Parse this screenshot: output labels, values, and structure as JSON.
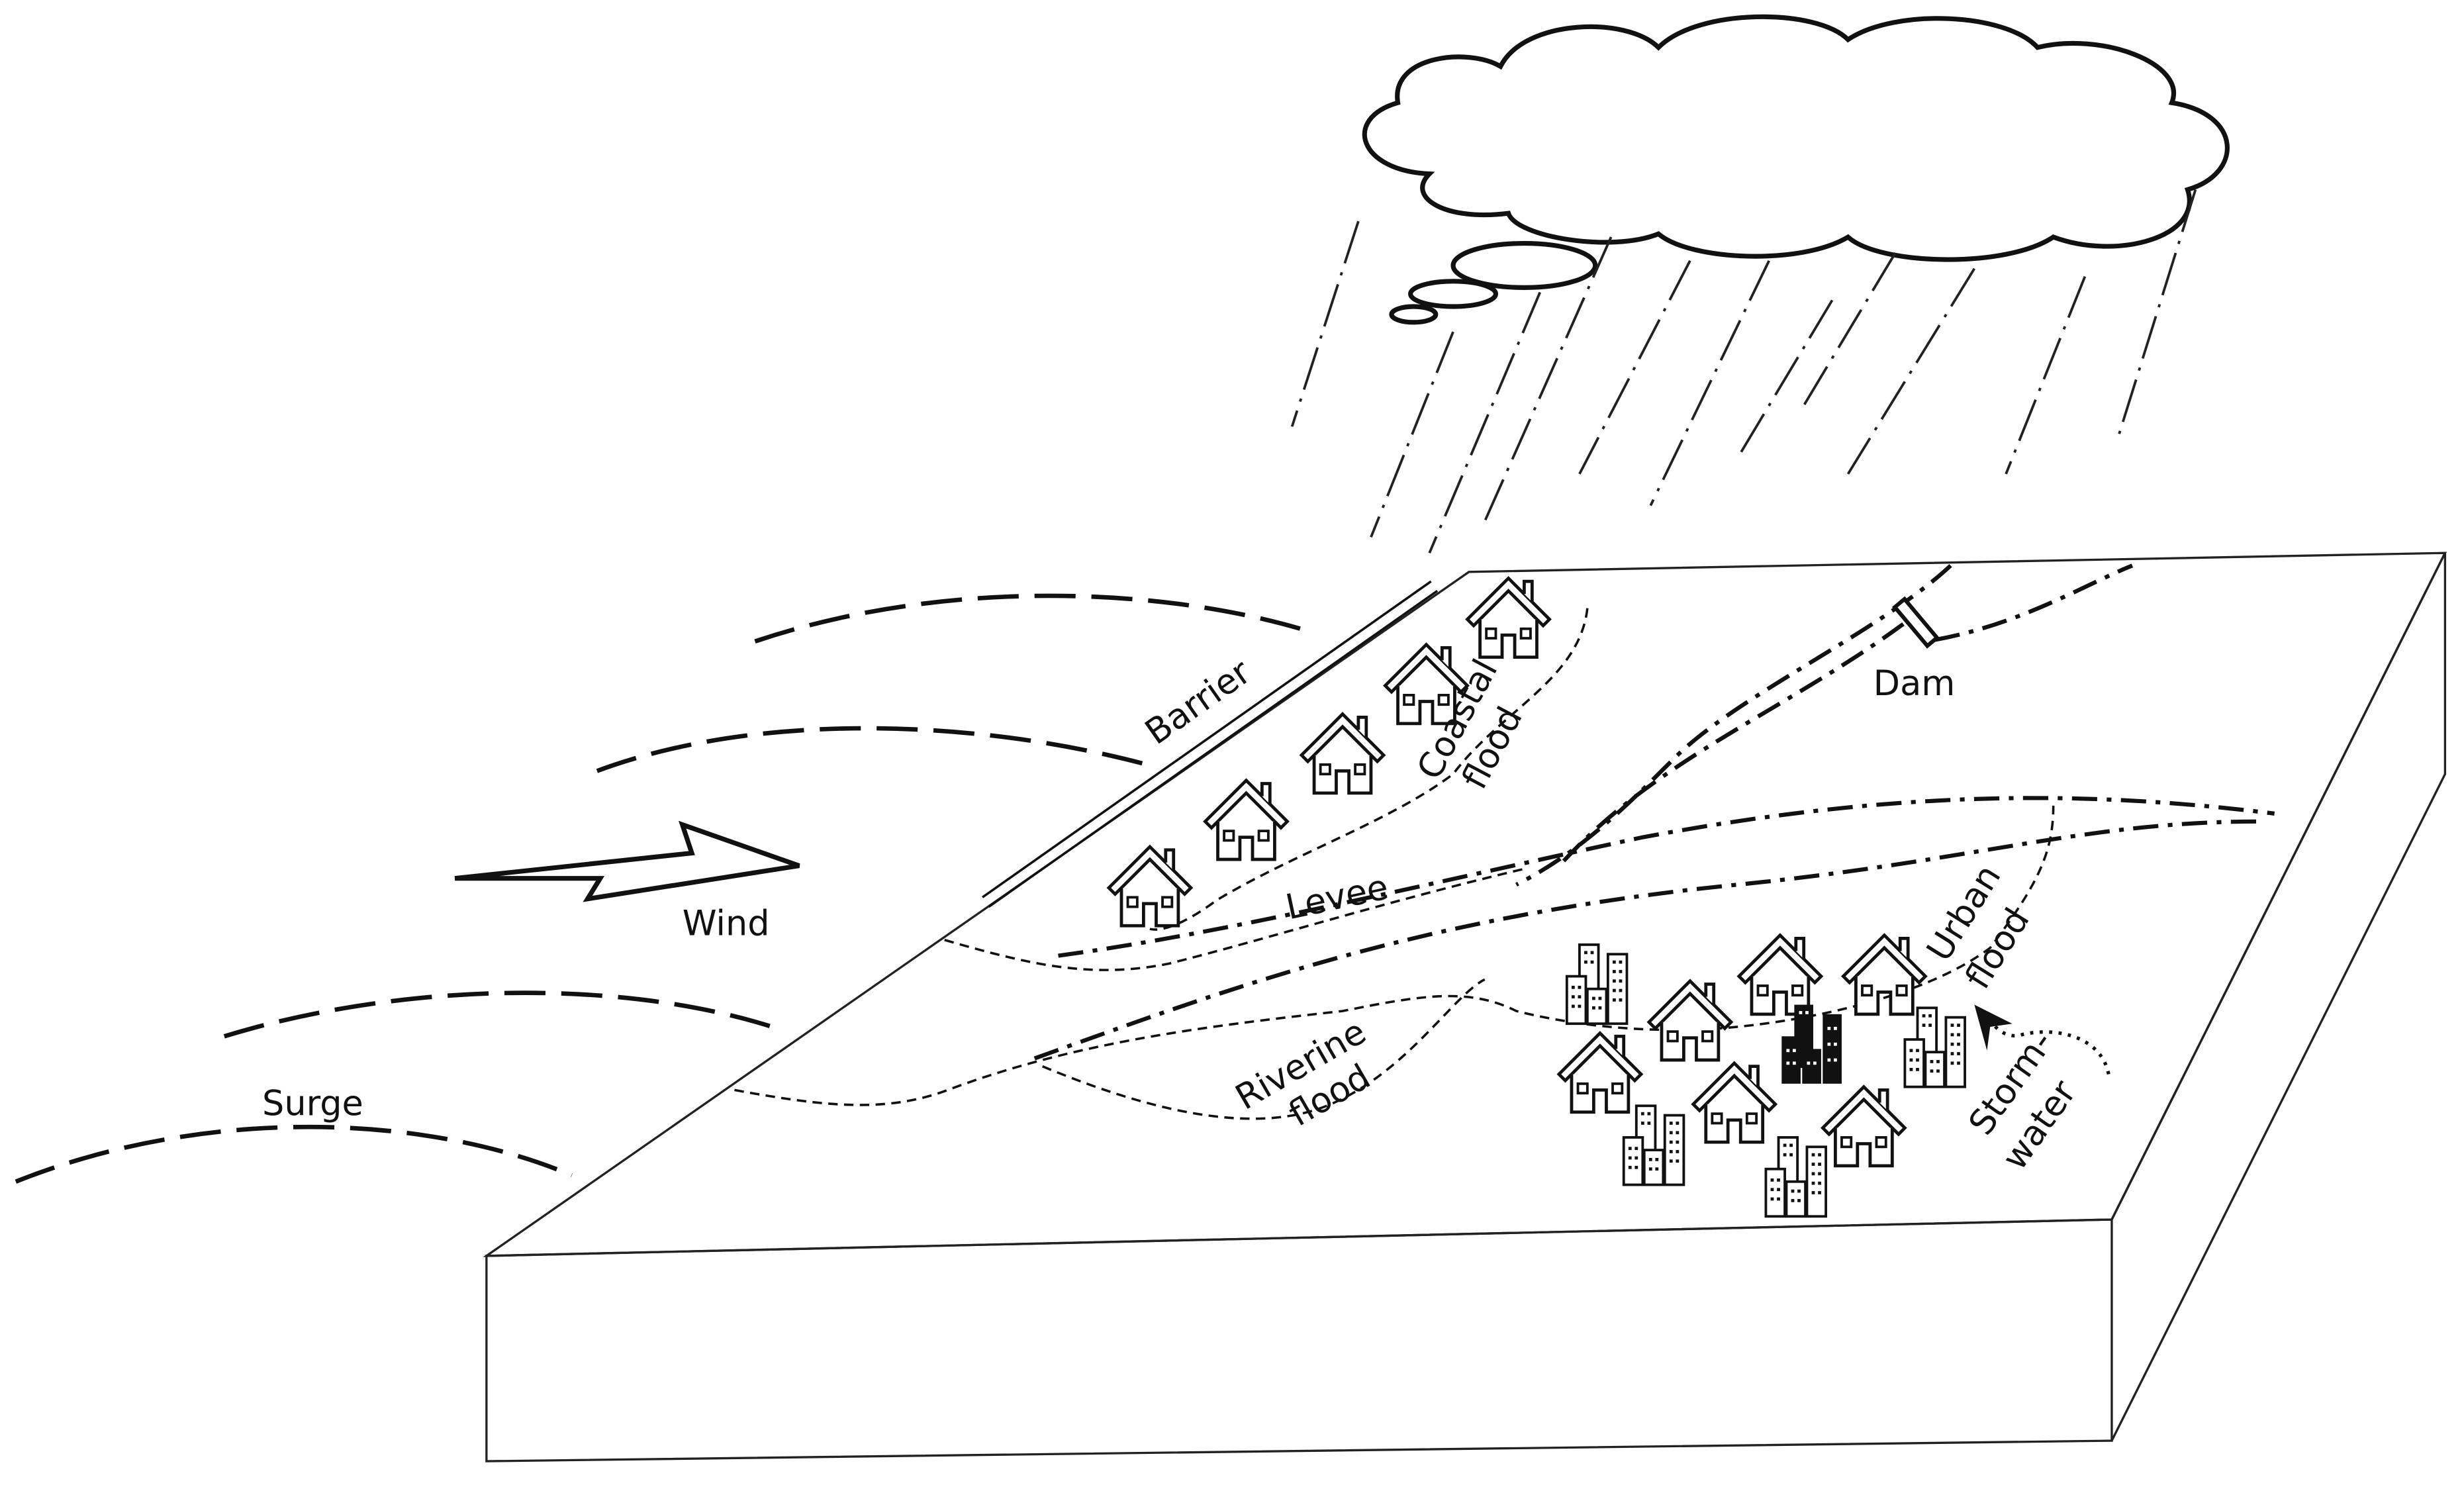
{
  "diagram": {
    "labels": {
      "barrier": "Barrier",
      "coastal_flood": [
        "Coastal",
        "flood"
      ],
      "dam": "Dam",
      "levee": "Levee",
      "wind": "Wind",
      "surge": "Surge",
      "urban_flood": [
        "Urban",
        "flood"
      ],
      "riverine_flood": [
        "Riverine",
        "flood"
      ],
      "stormwater": [
        "Storm-",
        "water"
      ]
    },
    "colors": {
      "ink": "#111111",
      "background": "#ffffff"
    }
  }
}
